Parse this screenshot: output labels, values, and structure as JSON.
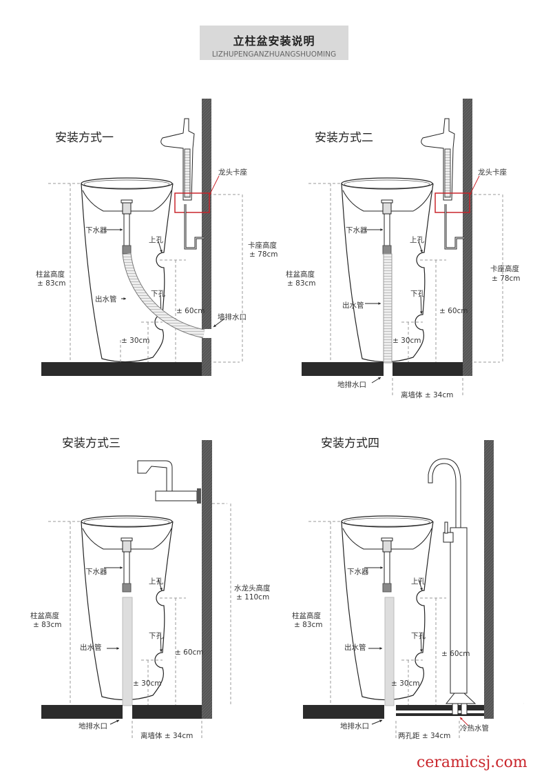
{
  "header": {
    "title": "立柱盆安装说明",
    "subtitle": "LIZHUPENGANZHUANGSHUOMING"
  },
  "panels": [
    {
      "title": "安装方式一",
      "labels": {
        "faucet_seat": "龙头卡座",
        "drain": "下水器",
        "upper_hole": "上孔",
        "seat_height": "卡座高度",
        "seat_height_value": "± 78cm",
        "basin_height": "柱盆高度",
        "basin_height_value": "± 83cm",
        "outlet_pipe": "出水管",
        "lower_hole": "下孔",
        "h60": "± 60cm",
        "wall_drain": "墙排水口",
        "h30": "± 30cm"
      }
    },
    {
      "title": "安装方式二",
      "labels": {
        "faucet_seat": "龙头卡座",
        "drain": "下水器",
        "upper_hole": "上孔",
        "seat_height": "卡座高度",
        "seat_height_value": "± 78cm",
        "basin_height": "柱盆高度",
        "basin_height_value": "± 83cm",
        "outlet_pipe": "出水管",
        "lower_hole": "下孔",
        "h60": "± 60cm",
        "h30": "± 30cm",
        "floor_drain": "地排水口",
        "wall_distance": "离墙体 ± 34cm"
      }
    },
    {
      "title": "安装方式三",
      "labels": {
        "drain": "下水器",
        "upper_hole": "上孔",
        "faucet_height": "水龙头高度",
        "faucet_height_value": "± 110cm",
        "basin_height": "柱盆高度",
        "basin_height_value": "± 83cm",
        "outlet_pipe": "出水管",
        "lower_hole": "下孔",
        "h60": "± 60cm",
        "h30": "± 30cm",
        "floor_drain": "地排水口",
        "wall_distance": "离墙体 ± 34cm"
      }
    },
    {
      "title": "安装方式四",
      "labels": {
        "drain": "下水器",
        "upper_hole": "上孔",
        "basin_height": "柱盆高度",
        "basin_height_value": "± 83cm",
        "outlet_pipe": "出水管",
        "lower_hole": "下孔",
        "h60": "± 60cm",
        "h30": "± 30cm",
        "floor_drain": "地排水口",
        "hole_distance": "两孔距 ± 34cm",
        "water_pipes": "冷热水管"
      }
    }
  ],
  "watermark": "ceramicsj.com",
  "colors": {
    "wall": "#555555",
    "floor": "#2b2b2b",
    "accent": "#c9252b",
    "header_bg": "#d9d9d9"
  }
}
